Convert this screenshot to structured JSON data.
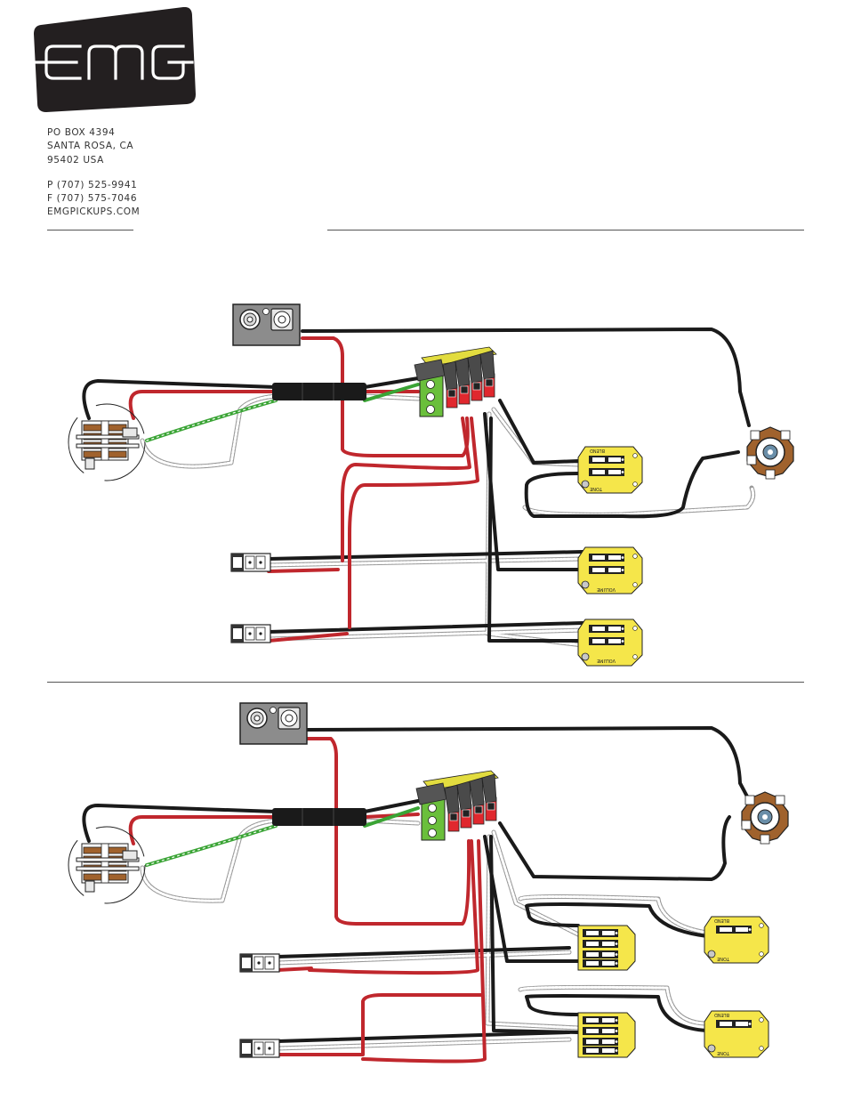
{
  "brand": {
    "logo_text": "EMG",
    "logo_color": "#231f20"
  },
  "address": {
    "line1": "PO BOX 4394",
    "line2": "SANTA ROSA, CA",
    "line3": "95402  USA",
    "phone": "P (707) 525-9941",
    "fax": "F (707) 575-7046",
    "web": "EMGPICKUPS.COM"
  },
  "diagram_labels": {
    "tone": "TONE",
    "volume": "VOLUME",
    "blend": "BLEND"
  },
  "colors": {
    "wire_red": "#c0272d",
    "wire_black": "#1a1a1a",
    "wire_green": "#3aa435",
    "wire_white": "#ffffff",
    "pot_board": "#f5e64a",
    "connector_green": "#6abf3b",
    "connector_red": "#e0282e",
    "jack_body": "#8a8a8a",
    "switch_brown": "#a0622d"
  }
}
